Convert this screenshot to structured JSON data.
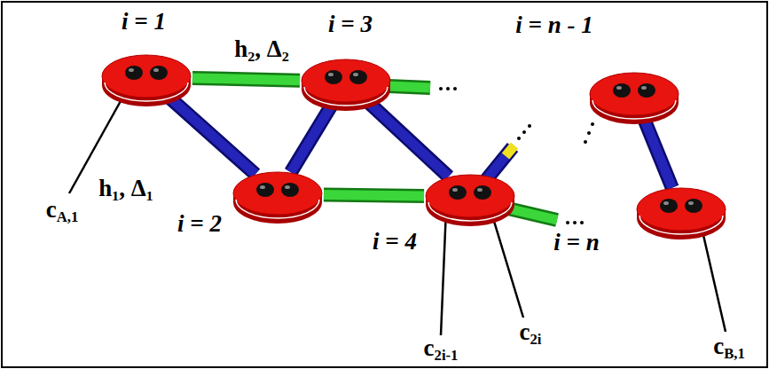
{
  "diagram": {
    "nodes": [
      {
        "text": [
          "i = 1"
        ]
      },
      {
        "text": [
          "i = 3"
        ]
      },
      {
        "text": [
          "i = n - 1"
        ]
      },
      {
        "text": [
          "i = 2"
        ]
      },
      {
        "text": [
          "i = 4"
        ]
      },
      {
        "text": [
          "i = n"
        ]
      }
    ],
    "edges": [
      {
        "from": 0,
        "to": 1,
        "arrow": "none",
        "label": "h₂, Δ₂"
      },
      {
        "from": 0,
        "to": 3,
        "arrow": "none",
        "label": "h₁, Δ₁"
      },
      {
        "from": 3,
        "to": 1,
        "arrow": "none"
      },
      {
        "from": 1,
        "to": 4,
        "arrow": "none"
      },
      {
        "from": 3,
        "to": 4,
        "arrow": "none"
      },
      {
        "from": 2,
        "to": 5,
        "arrow": "none"
      }
    ],
    "labels": [
      "cA,1",
      "c2i-1",
      "c2i",
      "cB,1"
    ]
  }
}
